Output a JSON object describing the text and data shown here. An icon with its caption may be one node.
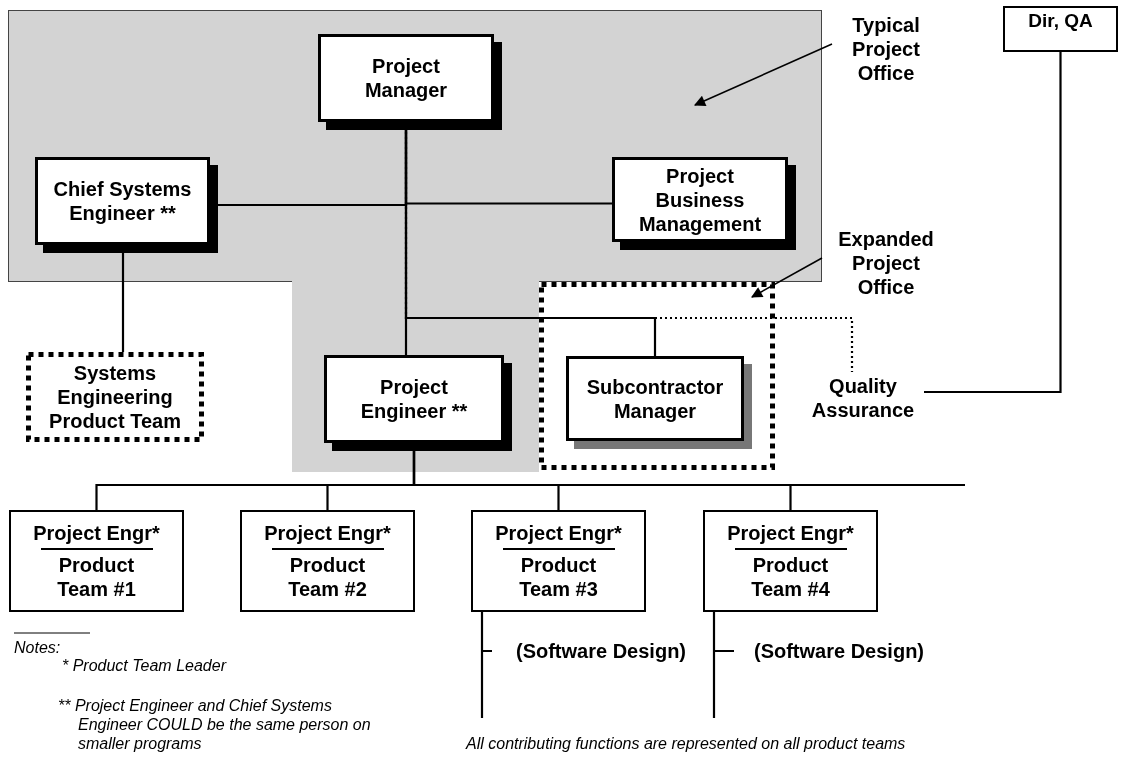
{
  "diagram": {
    "nodes": [
      {
        "text": [],
        "shape": "box"
      },
      {
        "text": [
          "Project Manager"
        ],
        "in": 0
      },
      {
        "text": [
          "Chief Systems Engineer **"
        ],
        "in": 0
      },
      {
        "text": [
          "Project Business Management"
        ],
        "in": 0
      },
      {
        "text": [
          "Project Engineer **"
        ]
      },
      {
        "text": [
          "Systems Engineering Product Team"
        ]
      },
      {
        "text": [],
        "shape": "box"
      },
      {
        "text": [
          "Subcontractor Manager"
        ],
        "in": 6
      },
      {
        "text": [
          "Quality Assurance"
        ]
      },
      {
        "text": [
          "Dir, QA"
        ]
      },
      {
        "text": [
          "Project Engr*",
          "Product Team #1"
        ]
      },
      {
        "text": [
          "Project Engr*",
          "Product Team #2"
        ]
      },
      {
        "text": [
          "Project Engr*",
          "Product Team #3"
        ]
      },
      {
        "text": [
          "Project Engr*",
          "Product Team #4"
        ]
      },
      {
        "text": [
          "Typical Project Office"
        ]
      },
      {
        "text": [
          "Expanded Project Office"
        ]
      },
      {
        "text": [
          "(Software Design)"
        ]
      },
      {
        "text": [
          "(Software Design)"
        ]
      }
    ],
    "edges": [
      {
        "from": 1,
        "to": 4,
        "arrow": "none"
      },
      {
        "from": 1,
        "to": 2,
        "arrow": "none"
      },
      {
        "from": 1,
        "to": 3,
        "arrow": "none"
      },
      {
        "from": 2,
        "to": 5,
        "arrow": "none"
      },
      {
        "from": 1,
        "to": 7,
        "arrow": "none"
      },
      {
        "from": 1,
        "to": 8,
        "arrow": "none",
        "style": "dashed"
      },
      {
        "from": 8,
        "to": 9,
        "arrow": "none"
      },
      {
        "from": 4,
        "to": 10,
        "arrow": "none"
      },
      {
        "from": 4,
        "to": 11,
        "arrow": "none"
      },
      {
        "from": 4,
        "to": 12,
        "arrow": "none"
      },
      {
        "from": 4,
        "to": 13,
        "arrow": "none"
      },
      {
        "from": 12,
        "to": 16,
        "arrow": "none"
      },
      {
        "from": 13,
        "to": 17,
        "arrow": "none"
      },
      {
        "from": 14,
        "to": 0,
        "arrow": "to"
      },
      {
        "from": 15,
        "to": 6,
        "arrow": "to"
      }
    ],
    "labels": [
      "Notes:",
      "* Product Team Leader",
      "** Project Engineer and Chief Systems Engineer COULD be the same person on smaller programs",
      "All contributing functions are represented on all product teams"
    ]
  }
}
